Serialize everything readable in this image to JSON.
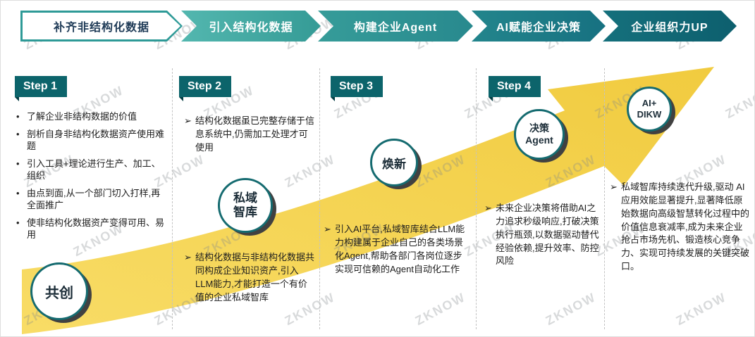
{
  "watermark": {
    "text": "ZKNOW"
  },
  "markers": {
    "dot": "•",
    "arrow": "➢"
  },
  "colors": {
    "teal_light": "#45ADA8",
    "teal_mid": "#2F989B",
    "teal_deep": "#1F8289",
    "teal_dark": "#106B76",
    "step_box": "#0C646B",
    "arrow_gold": "#F5D44E",
    "banner1_text": "#1F3B57",
    "circle_border": "#156B70"
  },
  "banners": [
    {
      "label": "补齐非结构化数据"
    },
    {
      "label": "引入结构化数据"
    },
    {
      "label": "构建企业Agent"
    },
    {
      "label": "AI赋能企业决策"
    },
    {
      "label": "企业组织力UP"
    }
  ],
  "steps": [
    {
      "label": "Step 1"
    },
    {
      "label": "Step 2"
    },
    {
      "label": "Step 3"
    },
    {
      "label": "Step 4"
    }
  ],
  "columns": {
    "col1": {
      "bullets": [
        "了解企业非结构数据的价值",
        "剖析自身非结构化数据资产使用难题",
        "引入工具+理论进行生产、加工、组织",
        "由点到面,从一个部门切入打样,再全面推广",
        "使非结构化数据资产变得可用、易用"
      ]
    },
    "col2": {
      "note_top": "结构化数据虽已完整存储于信息系统中,仍需加工处理才可使用",
      "note_bottom": "结构化数据与非结构化数据共同构成企业知识资产,引入LLM能力,才能打造一个有价值的企业私域智库"
    },
    "col3": {
      "note": "引入AI平台,私域智库结合LLM能力构建属于企业自己的各类场景化Agent,帮助各部门各岗位逐步实现可信赖的Agent自动化工作"
    },
    "col4": {
      "note": "未来企业决策将借助AI之力追求秒级响应,打破决策执行瓶颈,以数据驱动替代经验依赖,提升效率、防控风险"
    },
    "col5": {
      "note": "私域智库持续迭代升级,驱动 AI 应用效能显著提升,显著降低原始数据向高级智慧转化过程中的价值信息衰减率,成为未来企业抢占市场先机、锻造核心竞争力、实现可持续发展的关键突破口。"
    }
  },
  "circles": {
    "c1": {
      "lines": [
        "共创"
      ]
    },
    "c2": {
      "lines": [
        "私域",
        "智库"
      ]
    },
    "c3": {
      "lines": [
        "焕新"
      ]
    },
    "c4": {
      "lines": [
        "决策",
        "Agent"
      ]
    },
    "c5": {
      "lines": [
        "AI+",
        "DIKW"
      ]
    }
  }
}
